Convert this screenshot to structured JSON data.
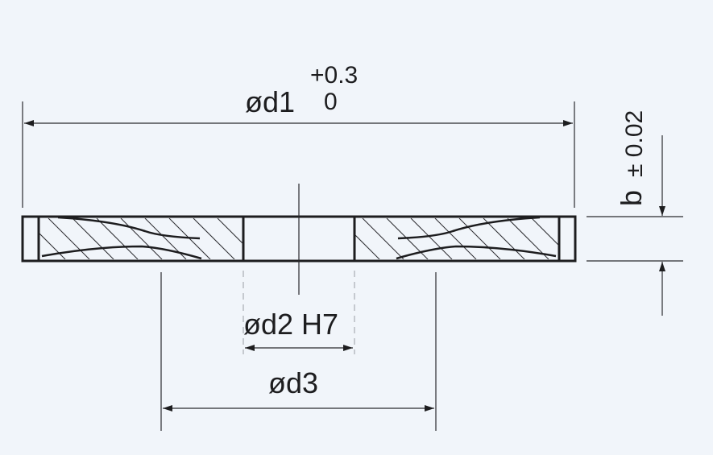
{
  "labels": {
    "d1": "ød1",
    "d1_tol_upper": "+0.3",
    "d1_tol_lower": "0",
    "d2": "ød2 H7",
    "d3": "ød3",
    "b": "b",
    "b_tol": "± 0.02"
  },
  "colors": {
    "background": "#f1f5fa",
    "line": "#1d1d1f",
    "thin_line": "#2a2a2e",
    "dashed_line": "#a8acb2"
  }
}
